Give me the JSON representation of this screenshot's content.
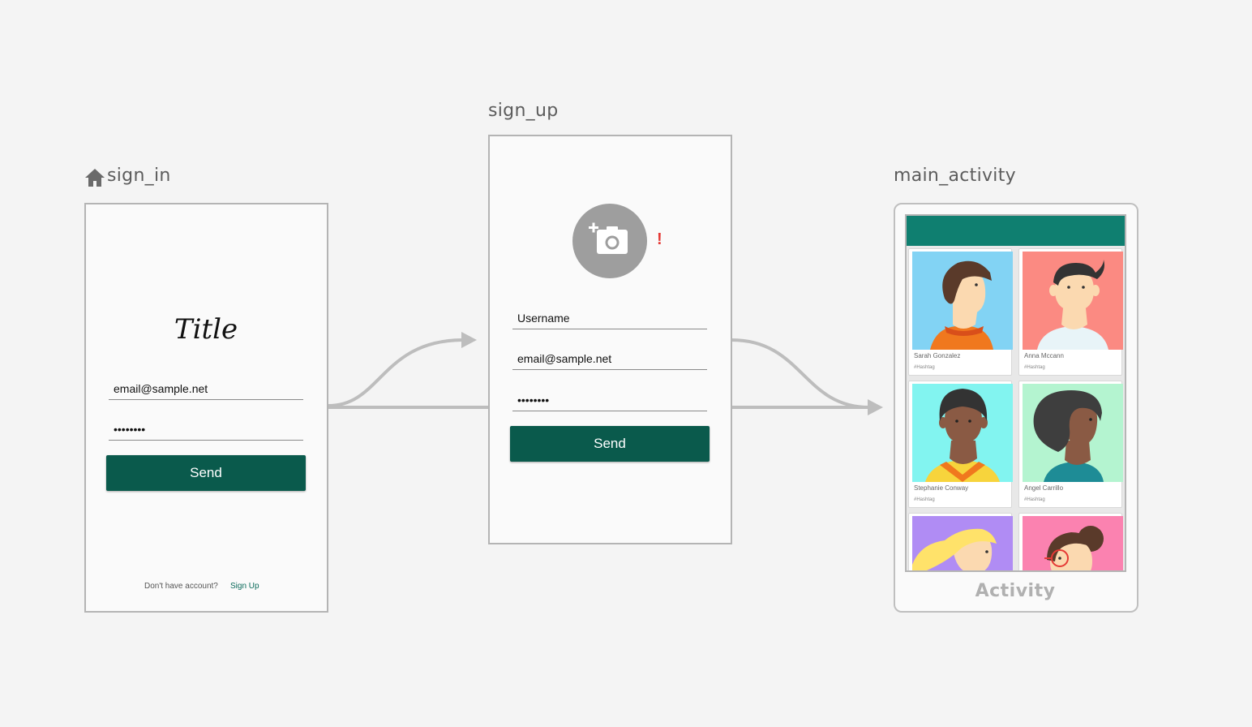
{
  "destinations": {
    "sign_in": {
      "label": "sign_in",
      "title": "Title",
      "email": "email@sample.net",
      "password": "••••••••",
      "send_label": "Send",
      "footer_text": "Don't have account?",
      "footer_link": "Sign Up"
    },
    "sign_up": {
      "label": "sign_up",
      "username": "Username",
      "email": "email@sample.net",
      "password": "••••••••",
      "send_label": "Send",
      "error_mark": "!"
    },
    "main_activity": {
      "label": "main_activity",
      "caption": "Activity",
      "cards": [
        {
          "name": "Sarah Gonzalez",
          "tag": "#Hashtag"
        },
        {
          "name": "Anna Mccann",
          "tag": "#Hashtag"
        },
        {
          "name": "Stephanie Conway",
          "tag": "#Hashtag"
        },
        {
          "name": "Angel Carrillo",
          "tag": "#Hashtag"
        }
      ]
    }
  },
  "icons": {
    "start_destination": "home-icon",
    "avatar_picker": "add-a-photo-icon"
  },
  "colors": {
    "primary_dark": "#0a5a4c",
    "app_bar": "#0f7f70",
    "error": "#e53935",
    "link": "#0a6a5a"
  }
}
